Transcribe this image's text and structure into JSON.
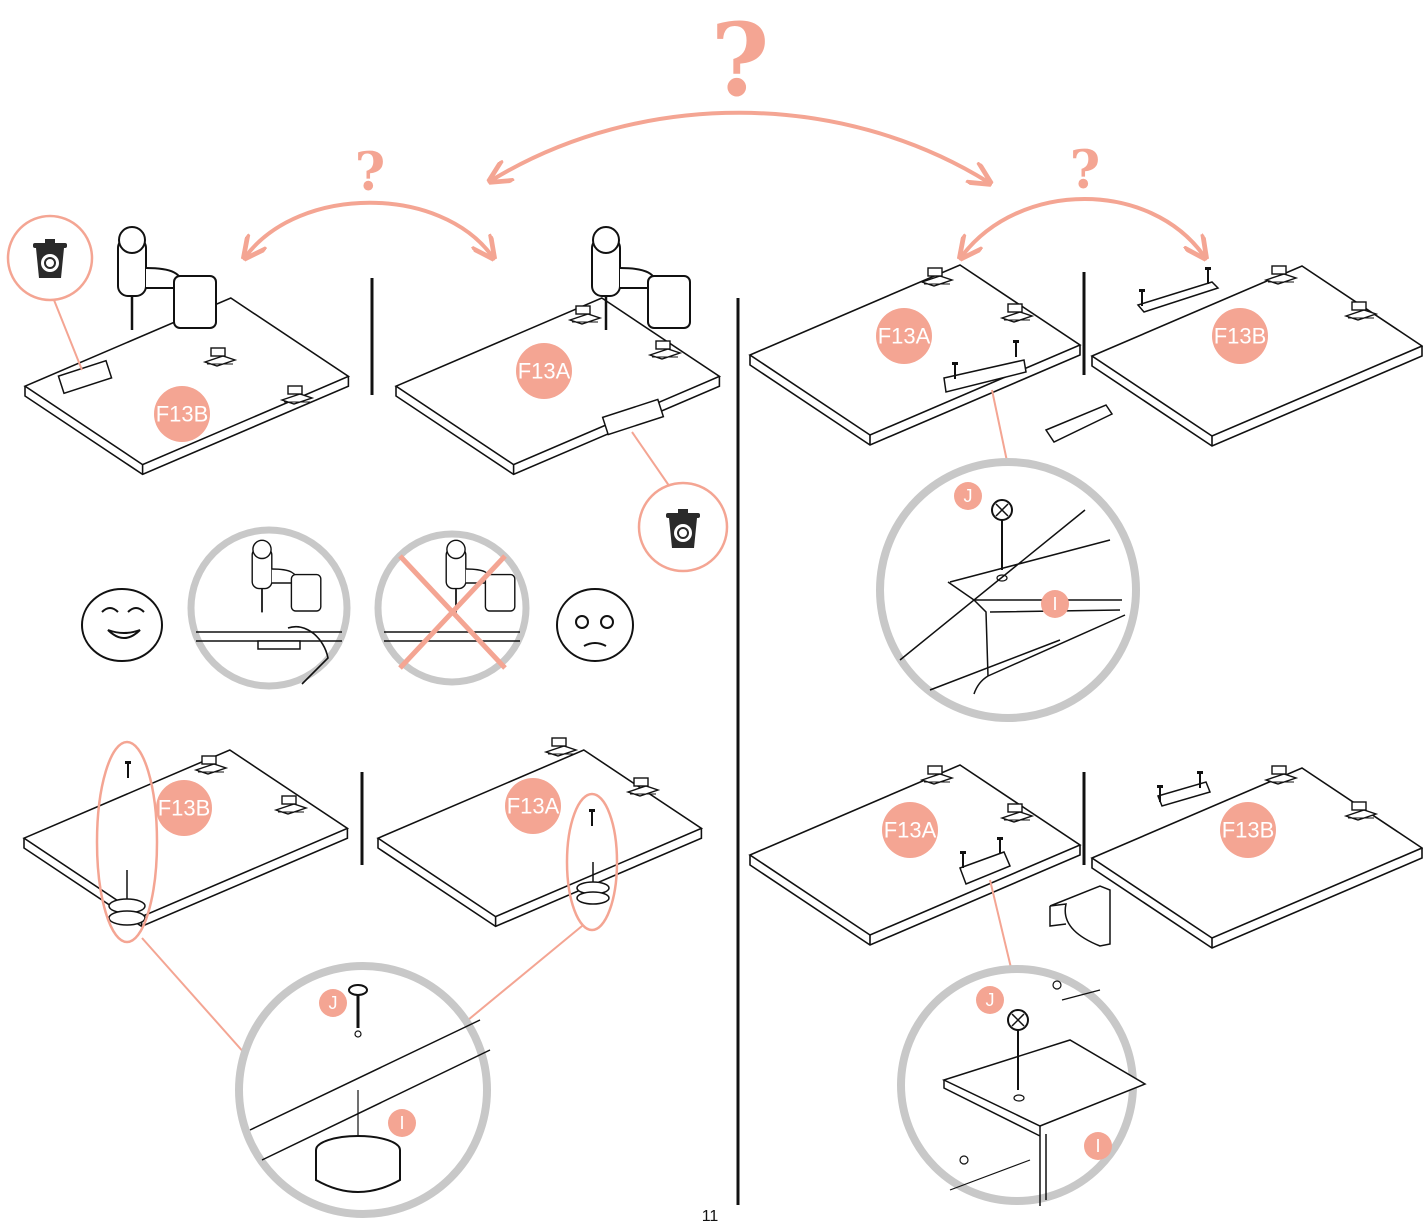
{
  "colors": {
    "accent": "#f4a593",
    "line": "#111111",
    "circle": "#c8c8c8"
  },
  "question_mark": "?",
  "labels": {
    "f13a": "F13A",
    "f13b": "F13B",
    "j": "J",
    "i": "I"
  },
  "icons": [
    "recycle-bin-icon",
    "drill-icon",
    "happy-face-icon",
    "sad-face-icon",
    "cross-icon"
  ],
  "page_number": "11"
}
